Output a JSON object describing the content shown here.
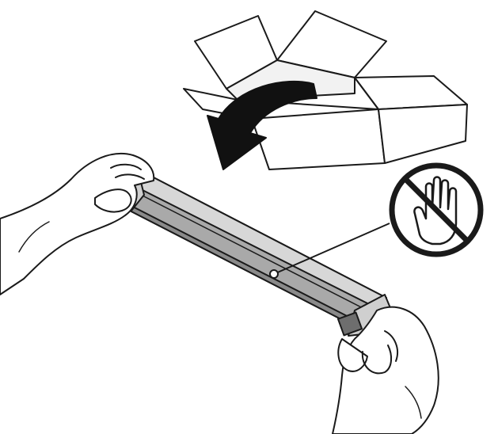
{
  "illustration": {
    "subjects": [
      "cardboard-box",
      "curved-arrow",
      "toner-cartridge",
      "left-hand",
      "right-hand",
      "do-not-touch-sign",
      "hand-icon",
      "callout-leader"
    ]
  },
  "colors": {
    "background": "#ffffff",
    "outline": "#1a1a1a",
    "cartridge_gray": "#a9a9a9",
    "cartridge_dark": "#8a8a8a",
    "cartridge_light": "#d7d7d7",
    "arrow_fill": "#111111",
    "callout_dot": "#ffffff"
  }
}
